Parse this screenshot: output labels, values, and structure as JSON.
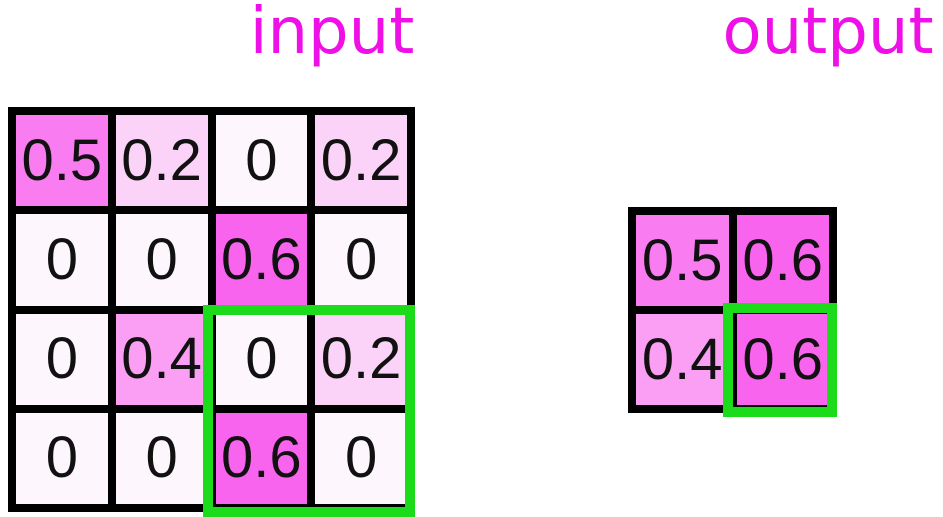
{
  "input": {
    "title": "input",
    "grid": {
      "rows": [
        [
          "0.5",
          "0.2",
          "0",
          "0.2"
        ],
        [
          "0",
          "0",
          "0.6",
          "0"
        ],
        [
          "0",
          "0.4",
          "0",
          "0.2"
        ],
        [
          "0",
          "0",
          "0.6",
          "0"
        ]
      ]
    }
  },
  "output": {
    "title": "output",
    "grid": {
      "rows": [
        [
          "0.5",
          "0.6"
        ],
        [
          "0.4",
          "0.6"
        ]
      ]
    }
  },
  "highlight": {
    "input_window": "rows 3-4, cols 3-4",
    "output_cell": "row 2, col 2"
  },
  "colors": {
    "title_text": "#ee10e6",
    "highlight_green": "#1bdb1b",
    "grid_border": "#000000",
    "number_text": "#111111",
    "value_fill": {
      "0": "#fdf6fc",
      "0.2": "#fbd2f8",
      "0.4": "#fa9ff3",
      "0.5": "#f97df0",
      "0.6": "#f964ee"
    }
  }
}
